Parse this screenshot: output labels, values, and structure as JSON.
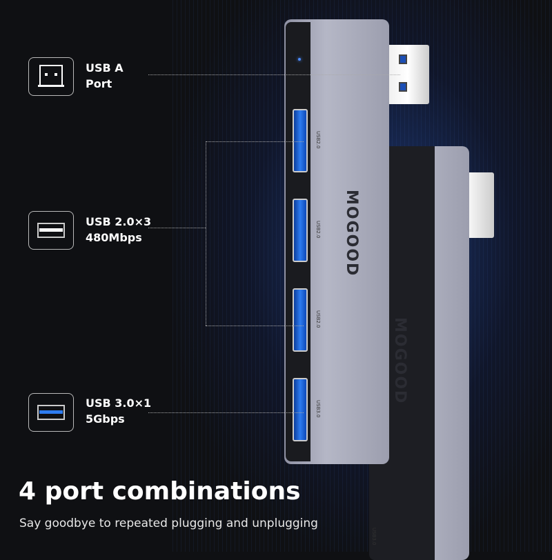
{
  "features": [
    {
      "icon": "usb-a-port-icon",
      "line1": "USB A",
      "line2": "Port"
    },
    {
      "icon": "usb-2-port-icon",
      "line1": "USB 2.0×3",
      "line2": "480Mbps"
    },
    {
      "icon": "usb-3-port-icon",
      "line1": "USB 3.0×1",
      "line2": "5Gbps"
    }
  ],
  "product": {
    "brand": "MOGOOD",
    "port_label_2": "USB2.0",
    "port_label_3": "USB3.0"
  },
  "headline": "4 port combinations",
  "subheadline": "Say goodbye to repeated plugging and unplugging",
  "colors": {
    "background": "#0f1013",
    "accent_blue": "#2e7cf0"
  }
}
